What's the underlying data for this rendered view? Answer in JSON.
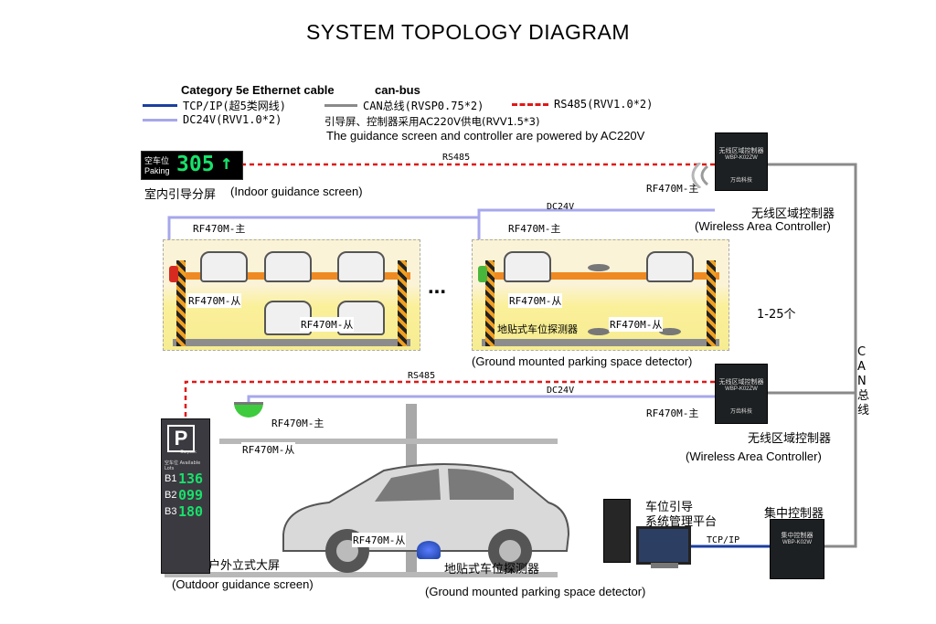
{
  "title": "SYSTEM TOPOLOGY DIAGRAM",
  "legend": {
    "cat5e_note": "Category 5e Ethernet cable",
    "canbus_note": "can-bus",
    "tcpip": "TCP/IP(超5类网线)",
    "can": "CAN总线(RVSP0.75*2)",
    "rs485": "RS485(RVV1.0*2)",
    "dc24v": "DC24V(RVV1.0*2)",
    "power_cn": "引导屏、控制器采用AC220V供电(RVV1.5*3)",
    "power_en": "The guidance screen and controller are powered by AC220V",
    "colors": {
      "tcpip": "#1b3fa0",
      "can": "#8a8a8a",
      "rs485": "#e01818",
      "dc24v": "#a7a7ec"
    }
  },
  "indoor_screen": {
    "label_top": "空车位",
    "label_bottom": "Paking",
    "count": "305",
    "arrow": "↑",
    "caption_cn": "室内引导分屏",
    "caption_en": "(Indoor guidance screen)"
  },
  "controller_top": {
    "box_cn": "无线区域控制器",
    "box_model": "WBP-K02ZW",
    "box_brand": "万齿科技",
    "caption_cn": "无线区域控制器",
    "caption_en": "(Wireless Area Controller)"
  },
  "controller_mid": {
    "box_cn": "无线区域控制器",
    "box_model": "WBP-K02ZW",
    "box_brand": "万齿科技",
    "caption_cn": "无线区域控制器",
    "caption_en": "(Wireless Area Controller)"
  },
  "central_controller": {
    "box_cn": "集中控制器",
    "box_model": "WBP-K02W",
    "caption_cn": "集中控制器"
  },
  "management_platform": {
    "line1": "车位引导",
    "line2": "系统管理平台"
  },
  "wires": {
    "rs485_top": "RS485",
    "dc24v_top": "DC24V",
    "rs485_mid": "RS485",
    "dc24v_mid": "DC24V",
    "tcpip_link": "TCP/IP",
    "canbus_vertical": "CAN总线"
  },
  "rf_labels": {
    "master": "RF470M-主",
    "slave": "RF470M-从"
  },
  "indoor_area": {
    "ellipsis": "...",
    "count_range": "1-25个",
    "detector_cn": "地贴式车位探测器",
    "detector_en": "(Ground mounted parking space detector)"
  },
  "outdoor_screen": {
    "letter": "P",
    "sub": "Carpark",
    "sub2": "空车位  Available Lots",
    "rows": [
      {
        "level": "B1",
        "value": "136"
      },
      {
        "level": "B2",
        "value": "099"
      },
      {
        "level": "B3",
        "value": "180"
      }
    ],
    "caption_cn": "户外立式大屏",
    "caption_en": "(Outdoor guidance screen)"
  },
  "outdoor_detector": {
    "caption_cn": "地贴式车位探测器",
    "caption_en": "(Ground mounted parking space detector)"
  }
}
